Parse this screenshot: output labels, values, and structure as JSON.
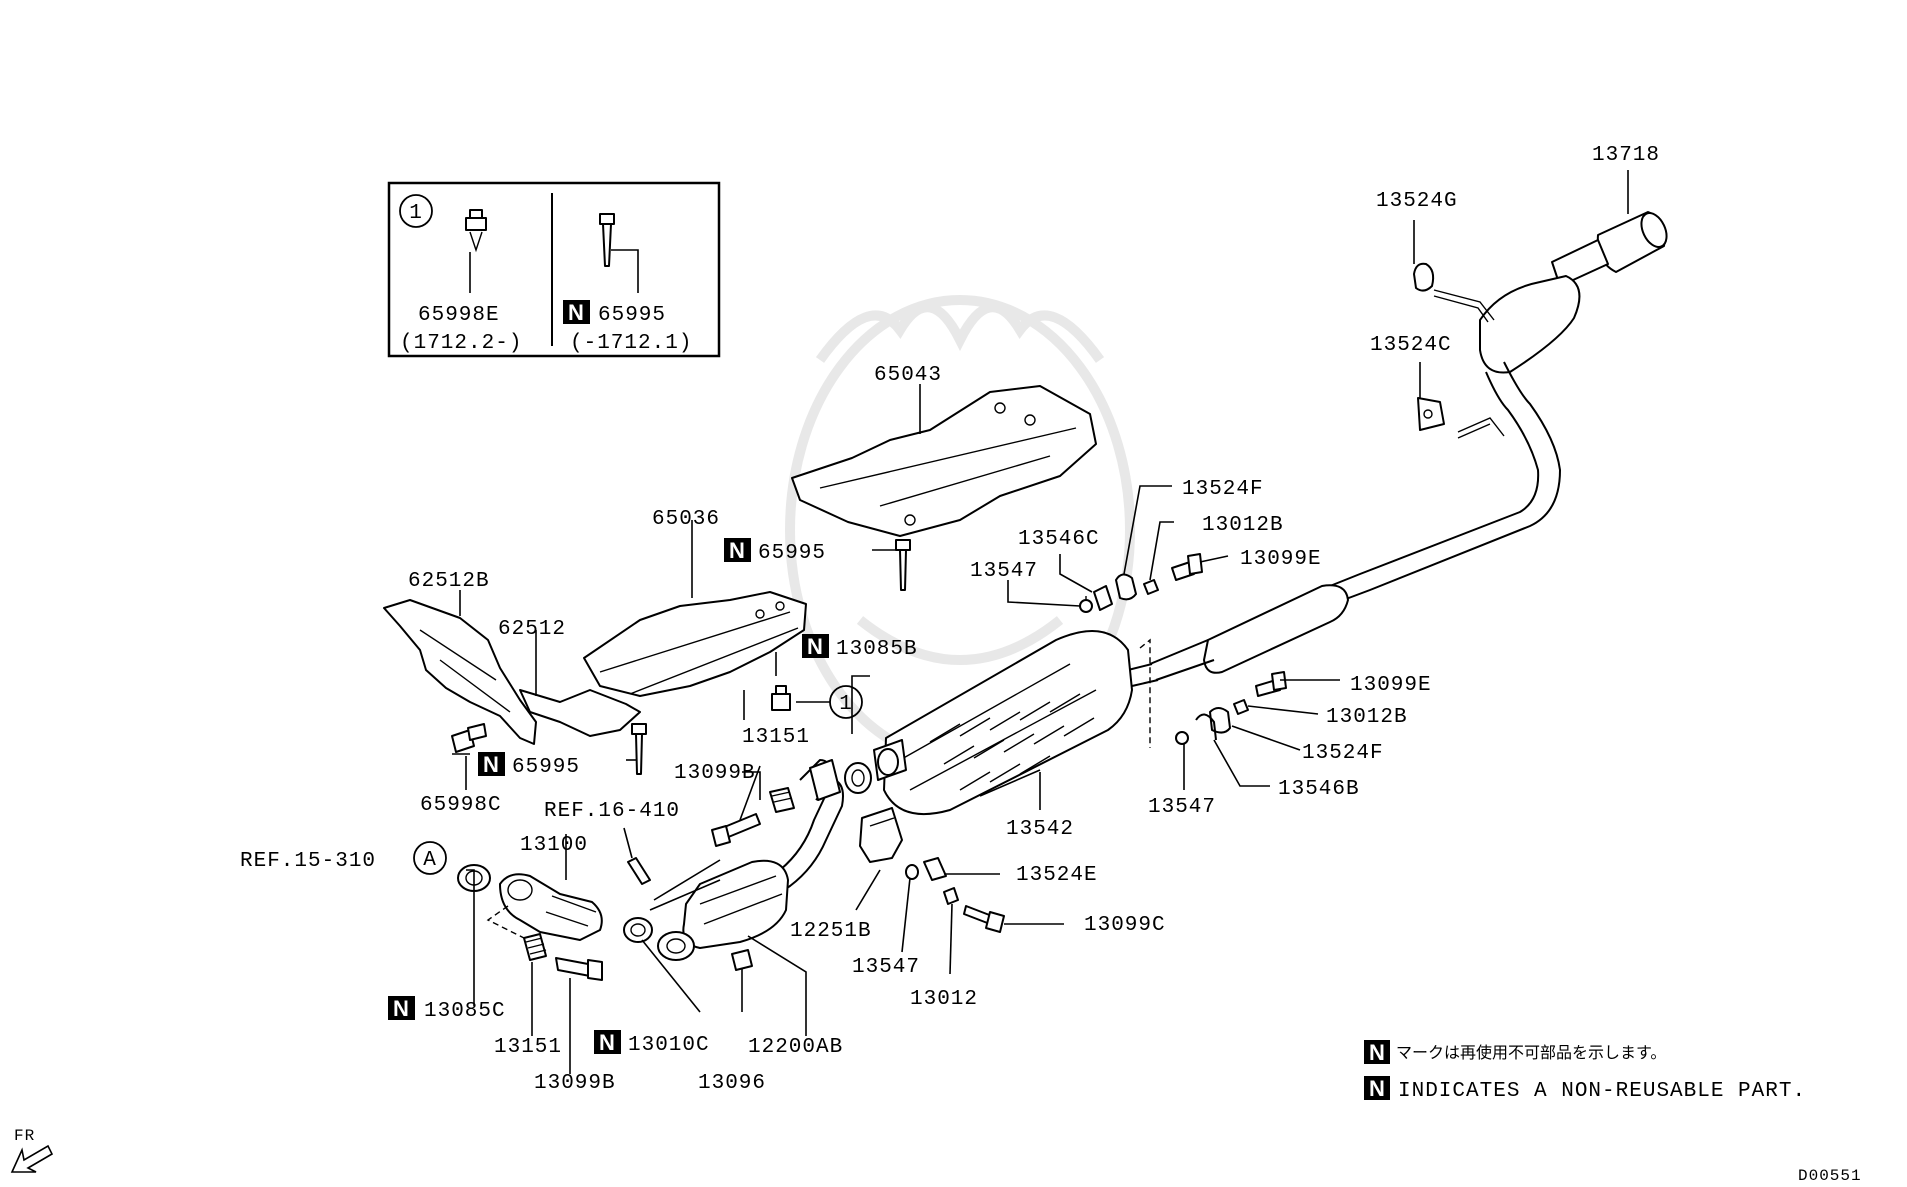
{
  "inset": {
    "circle_label": "1",
    "left_part": "65998E",
    "left_range": "(1712.2-)",
    "right_badge": "N",
    "right_part": "65995",
    "right_range": "(-1712.1)"
  },
  "parts": {
    "p13718": "13718",
    "p13524G": "13524G",
    "p13524C": "13524C",
    "p65043": "65043",
    "p13524F_top": "13524F",
    "p13546C": "13546C",
    "p13012B_top": "13012B",
    "p13547_top": "13547",
    "p13099E_top": "13099E",
    "p65036": "65036",
    "p65995_mid": "65995",
    "p62512B": "62512B",
    "p62512": "62512",
    "p13085B": "13085B",
    "p65995_left": "65995",
    "p13151_top": "13151",
    "p13099B_top": "13099B",
    "p65998C": "65998C",
    "ref_16_410": "REF.16-410",
    "p13100": "13100",
    "ref_15_310": "REF.15-310",
    "ref_15_310_circle": "A",
    "p13085C": "13085C",
    "p13151_bot": "13151",
    "p13099B_bot": "13099B",
    "p13010C": "13010C",
    "p13096": "13096",
    "p12200AB": "12200AB",
    "p12251B": "12251B",
    "p13547_mid": "13547",
    "p13012": "13012",
    "p13524E": "13524E",
    "p13099C": "13099C",
    "p13542": "13542",
    "p13547_right": "13547",
    "p13099E_right": "13099E",
    "p13012B_right": "13012B",
    "p13524F_right": "13524F",
    "p13546B": "13546B",
    "circle_1_mid": "1",
    "n_badge": "N"
  },
  "legend": {
    "badge": "N",
    "jp_text": "マークは再使用不可部品を示します。",
    "en_text": "INDICATES A NON-REUSABLE PART."
  },
  "corner": {
    "fr": "FR",
    "drawing_id": "D00551"
  }
}
